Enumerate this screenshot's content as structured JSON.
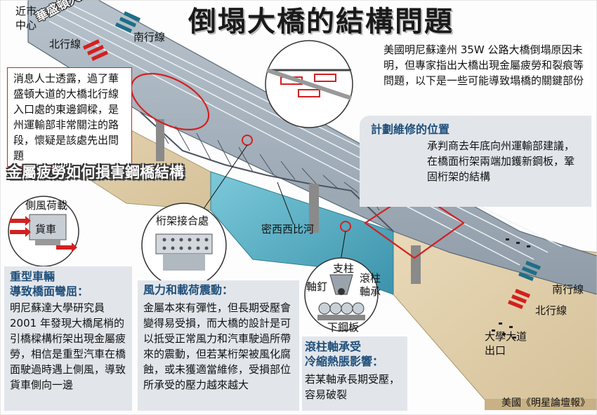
{
  "title": "倒塌大橋的結構問題",
  "labels": {
    "city_center": "近市\n中心",
    "washington_ave": "華盛頓大道",
    "northbound_top": "北行線",
    "southbound_top": "南行線",
    "mississippi": "密西西比河",
    "truss_joint": "桁架接合處",
    "southbound_right": "南行線",
    "northbound_right": "北行線",
    "university_exit": "大學大道\n出口",
    "crosswind": "側風荷載",
    "truck": "貨車",
    "pillar": "支柱",
    "pin": "軸釘",
    "roller_bearing": "滾柱\n軸承",
    "lower_plate": "下鋼板"
  },
  "intro": "美國明尼蘇達州 35W 公路大橋倒塌原因未明，但專家指出大橋出現金屬疲勞和裂痕等問題，以下是一些可能導致塌橋的關鍵部份",
  "insider": "消息人士透露，過了華盛頓大道的大橋北行線入口處的東邊鋼樑，是州運輸部非常關注的路段，懷疑是該處先出問題",
  "fatigue_headline": "金屬疲勞如何損害鋼橋結構",
  "planned_repair": {
    "heading": "計劃維修的位置",
    "body": "承判商去年底向州運輸部建議，在橋面桁架兩端加鑊新鋼板，鞏固桁架的結構"
  },
  "heavy_vehicle": {
    "heading": "重型車輛\n導致橋面彎屈：",
    "body": "明尼蘇達大學研究員 2001 年發現大橋尾梢的引橋樑構桁架出現金屬疲勞，相信是重型汽車在橋面駛過時遇上側風，導致貨車側向一邊"
  },
  "wind_vibration": {
    "heading": "風力和載荷震動：",
    "body": "金屬本來有彈性，但長期受壓會變得易受損，而大橋的設計是可以抵受正常風力和汽車駛過所帶來的震動，但若某桁架被風化腐蝕，或未獲適當維修，受損部位所承受的壓力越來越大"
  },
  "roller_thermal": {
    "heading": "滾柱軸承受\n冷縮熱脹影響：",
    "body": "若某軸承長期受壓，容易破裂"
  },
  "source": "美國《明星論壇報》",
  "colors": {
    "accent_red": "#d32020",
    "heading_blue": "#1f4e7a",
    "river": "#5fb4c9",
    "lane_arrow": "#1d6f86",
    "panel_grey": "#e2e6eb"
  }
}
